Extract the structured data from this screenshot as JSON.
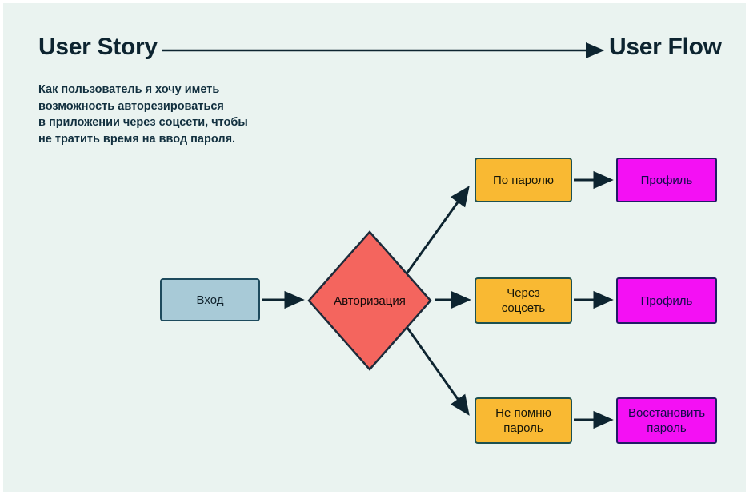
{
  "header": {
    "title_left": "User Story",
    "title_right": "User Flow",
    "arrow_icon": "long-right-arrow-icon"
  },
  "story": {
    "text": "Как пользователь я хочу иметь\nвозможность авторезироваться\nв приложении через соцсети, чтобы\nне тратить время на ввод пароля."
  },
  "flow": {
    "start": {
      "label": "Вход"
    },
    "decision": {
      "label": "Авторизация"
    },
    "options": [
      {
        "label": "По паролю"
      },
      {
        "label": "Через\nсоцсеть"
      },
      {
        "label": "Не помню\nпароль"
      }
    ],
    "results": [
      {
        "label": "Профиль"
      },
      {
        "label": "Профиль"
      },
      {
        "label": "Восстановить\nпароль"
      }
    ]
  },
  "colors": {
    "canvas_background": "#eaf3f0",
    "page_background": "#ffffff",
    "ink": "#0d2430",
    "start_fill": "#a8cad7",
    "start_stroke": "#1d4a5d",
    "decision_fill": "#f4655e",
    "decision_stroke": "#1d2b3a",
    "option_fill": "#f9b933",
    "option_stroke": "#1d5150",
    "result_fill": "#f410f4",
    "result_stroke": "#231a66",
    "connector": "#0d2430"
  }
}
